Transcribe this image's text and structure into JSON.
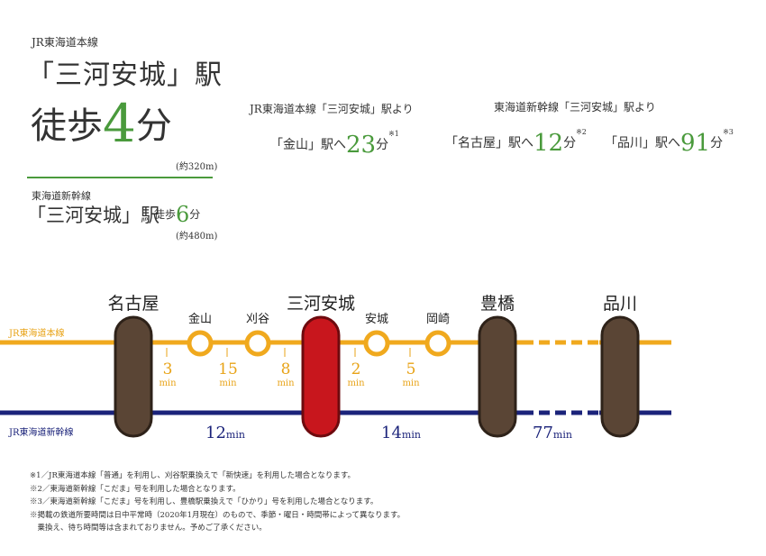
{
  "header": {
    "line_jr": "JR東海道本線",
    "station": "「三河安城」駅",
    "walk_prefix": "徒歩",
    "walk_minutes": "4",
    "walk_suffix": "分",
    "walk_distance": "(約320m)",
    "line_shinkansen": "東海道新幹線",
    "station_sub": "「三河安城」駅",
    "walk_sub_prefix": "徒歩",
    "walk_sub_minutes": "6",
    "walk_sub_suffix": "分",
    "walk_sub_distance": "(約480m)"
  },
  "summary": {
    "jr_header": "JR東海道本線「三河安城」駅より",
    "shinkansen_header": "東海道新幹線「三河安城」駅より",
    "kanayama": {
      "label": "「金山」駅へ",
      "minutes": "23",
      "unit": "分",
      "note": "※1"
    },
    "nagoya": {
      "label": "「名古屋」駅へ",
      "minutes": "12",
      "unit": "分",
      "note": "※2"
    },
    "shinagawa": {
      "label": "「品川」駅へ",
      "minutes": "91",
      "unit": "分",
      "note": "※3"
    }
  },
  "map": {
    "jr_line_label": "JR東海道本線",
    "shinkansen_line_label": "JR東海道新幹線",
    "major_stations": [
      "名古屋",
      "三河安城",
      "豊橋",
      "品川"
    ],
    "jr_stations": [
      "金山",
      "刈谷",
      "安城",
      "岡崎"
    ],
    "jr_segments": [
      {
        "value": "3",
        "unit": "min"
      },
      {
        "value": "15",
        "unit": "min"
      },
      {
        "value": "8",
        "unit": "min"
      },
      {
        "value": "2",
        "unit": "min"
      },
      {
        "value": "5",
        "unit": "min"
      }
    ],
    "shinkansen_segments": [
      {
        "value": "12",
        "unit": "min"
      },
      {
        "value": "14",
        "unit": "min"
      },
      {
        "value": "77",
        "unit": "min"
      }
    ],
    "colors": {
      "jr_line": "#f0a91e",
      "shinkansen_line": "#1b237a",
      "major_station": "#5a4535",
      "home_station": "#c8161d",
      "highlight_text": "#4a9a3c"
    }
  },
  "notes": [
    "※1／JR東海道本線「普通」を利用し、刈谷駅乗換えで「新快速」を利用した場合となります。",
    "※2／東海道新幹線「こだま」号を利用した場合となります。",
    "※3／東海道新幹線「こだま」号を利用し、豊橋駅乗換えで「ひかり」号を利用した場合となります。",
    "※掲載の鉄道所要時間は日中平常時（2020年1月現在）のもので、季節・曜日・時間帯によって異なります。",
    "　乗換え、待ち時間等は含まれておりません。予めご了承ください。"
  ]
}
